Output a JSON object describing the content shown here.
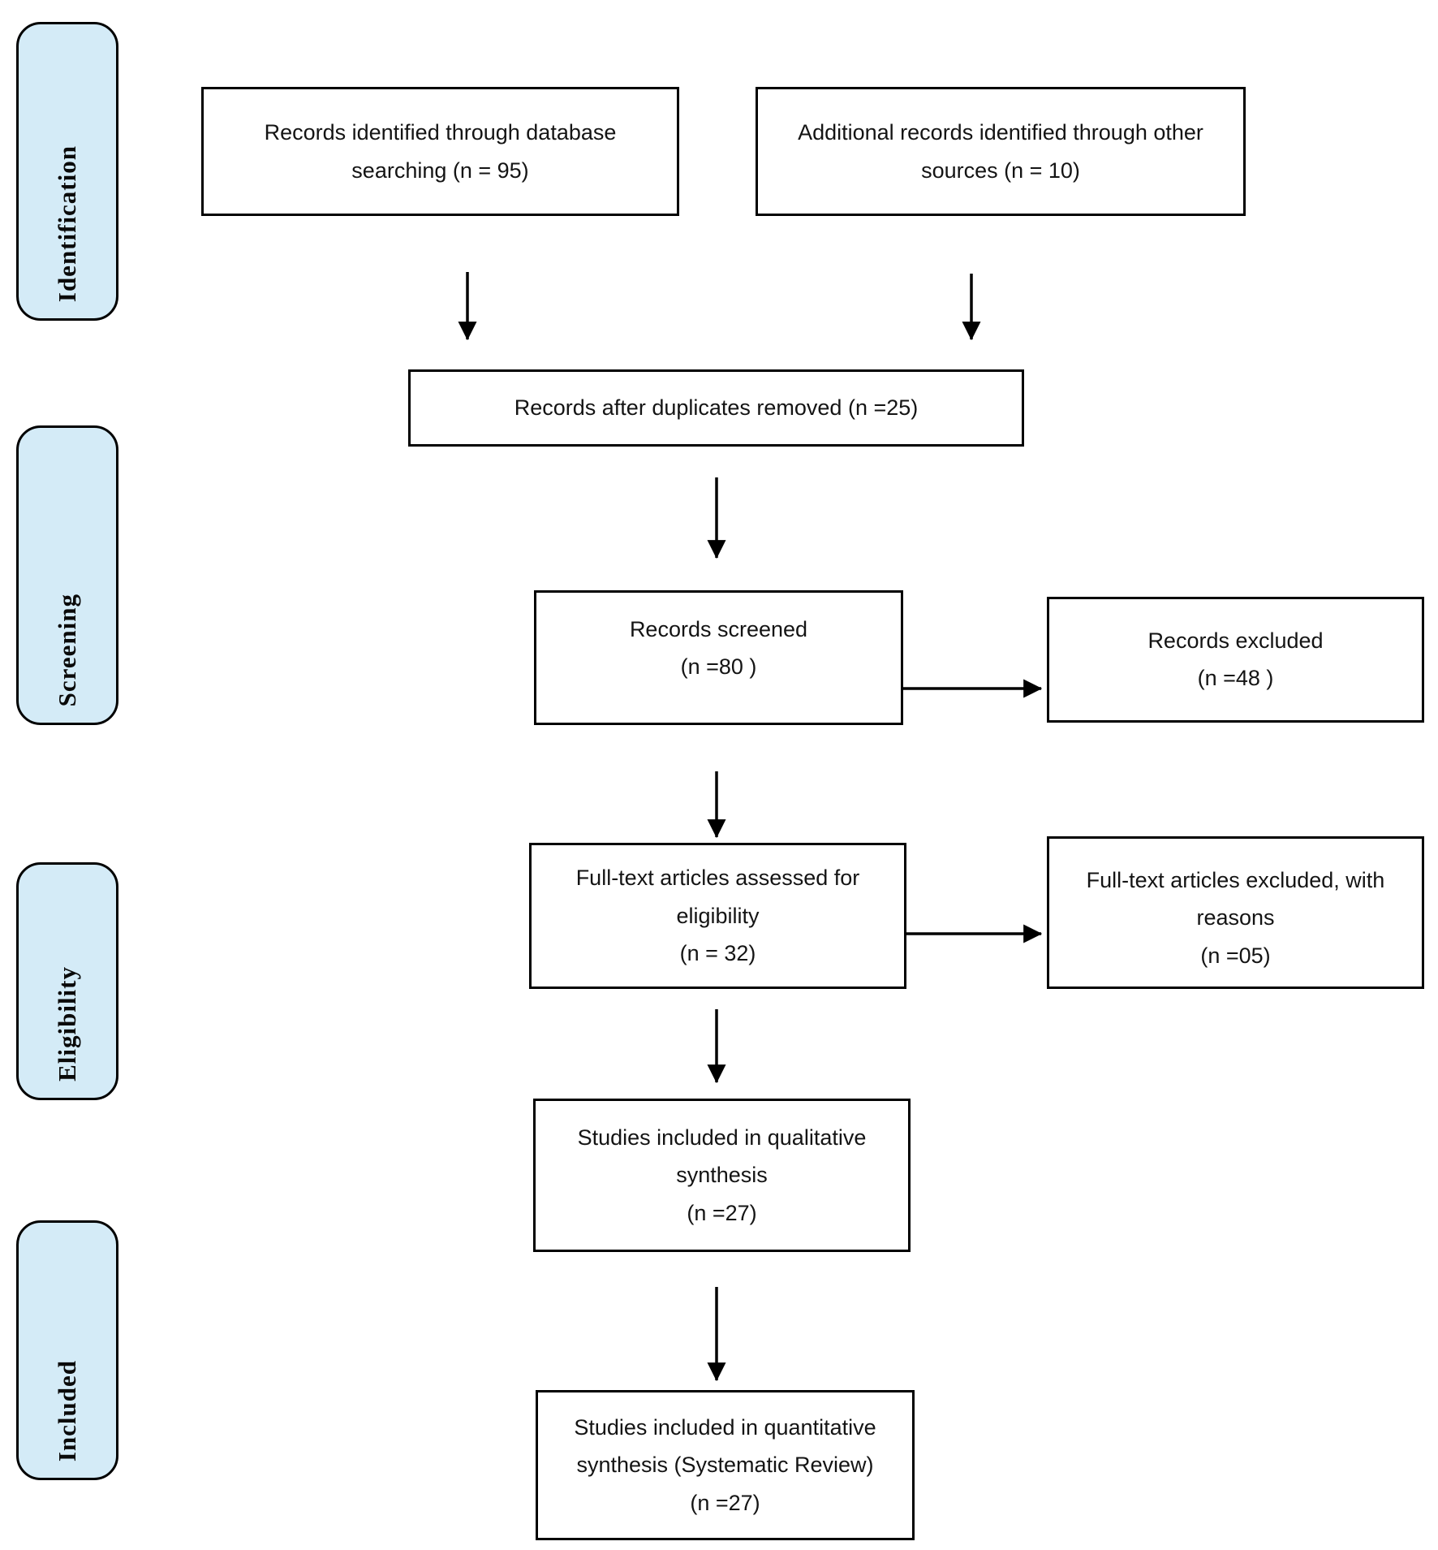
{
  "stages": [
    {
      "label": "Identification"
    },
    {
      "label": "Screening"
    },
    {
      "label": "Eligibility"
    },
    {
      "label": "Included"
    }
  ],
  "boxes": {
    "records_identified": {
      "text": "Records identified through database\nsearching (n = 95)",
      "n": "95"
    },
    "additional_records": {
      "text": "Additional records identified through other\nsources (n = 10)",
      "n": "10"
    },
    "after_duplicates": {
      "text": "Records after duplicates removed (n =25)",
      "n": "25"
    },
    "records_screened": {
      "text": "Records screened\n(n =80 )",
      "n": "80"
    },
    "records_excluded": {
      "text": "Records excluded\n(n =48 )",
      "n": "48"
    },
    "fulltext_assessed": {
      "text": "Full-text articles assessed for\neligibility\n(n = 32)",
      "n": "32"
    },
    "fulltext_excluded": {
      "text": "Full-text articles excluded, with\nreasons\n(n =05)",
      "n": "05"
    },
    "qualitative_synthesis": {
      "text": "Studies included in qualitative\nsynthesis\n(n =27)",
      "n": "27"
    },
    "quantitative_synthesis": {
      "text": "Studies included in quantitative\nsynthesis (Systematic Review)\n(n =27)",
      "n": "27"
    }
  },
  "colors": {
    "stage_fill": "#d4ebf7",
    "stage_border": "#000000",
    "box_fill": "#ffffff",
    "box_border": "#000000",
    "arrow": "#000000"
  }
}
